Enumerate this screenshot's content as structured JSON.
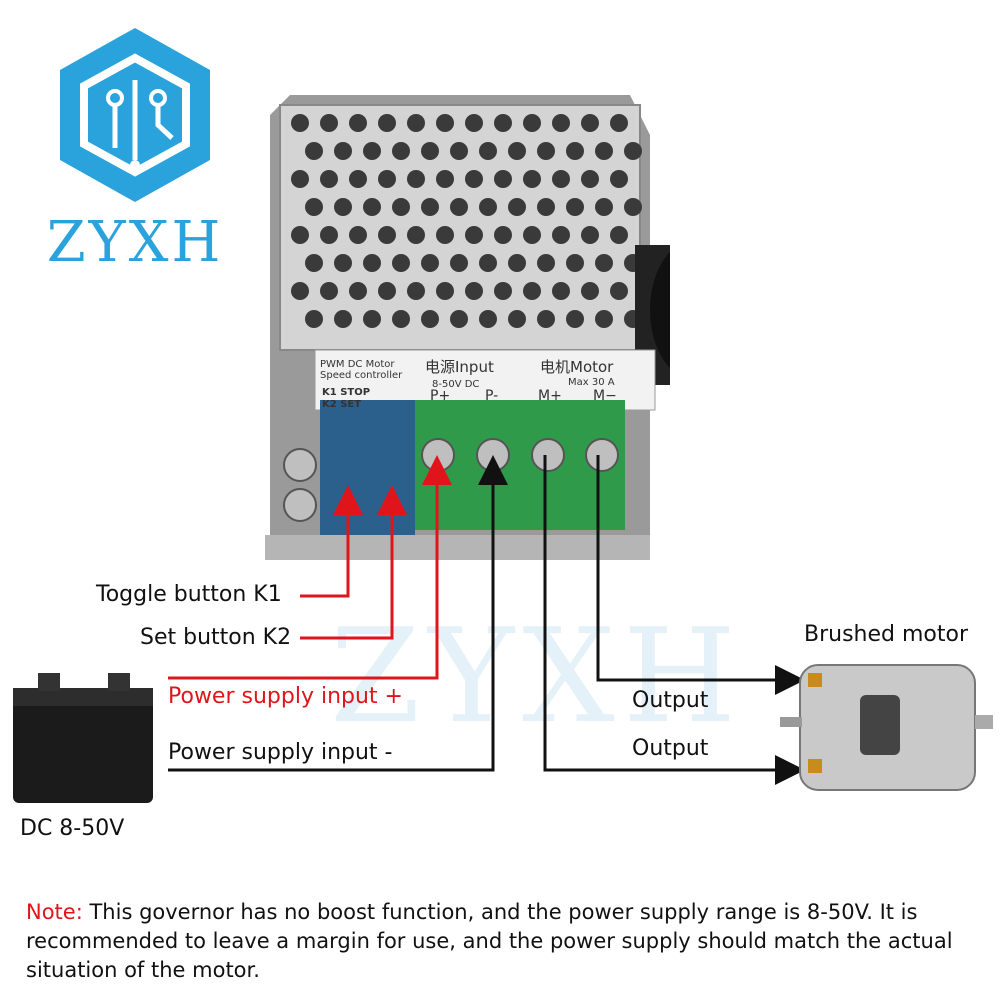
{
  "logo": {
    "brand": "ZYXH"
  },
  "watermark": "ZYXH",
  "controller": {
    "model_line1": "PWM DC Motor",
    "model_line2": "Speed controller",
    "k1": "K1 STOP",
    "k2": "K2 SET",
    "input_title": "电源Input",
    "input_voltage": "8-50V DC",
    "motor_title": "电机Motor",
    "motor_current": "Max 30 A",
    "terminals": [
      "P+",
      "P-",
      "M+",
      "M−"
    ]
  },
  "labels": {
    "toggle_button": "Toggle button K1",
    "set_button": "Set button K2",
    "power_plus": "Power supply input +",
    "power_minus": "Power supply input -",
    "battery_voltage": "DC 8-50V",
    "motor_title": "Brushed motor",
    "output_1": "Output",
    "output_2": "Output"
  },
  "note": {
    "prefix": "Note:",
    "text": "This governor has no boost function, and the power supply range is 8-50V. It is recommended to leave a margin for use, and the power supply should match the actual situation of the motor."
  },
  "colors": {
    "accent_red": "#e0151b",
    "logo_blue": "#2aa3dc",
    "wire_black": "#111111"
  }
}
